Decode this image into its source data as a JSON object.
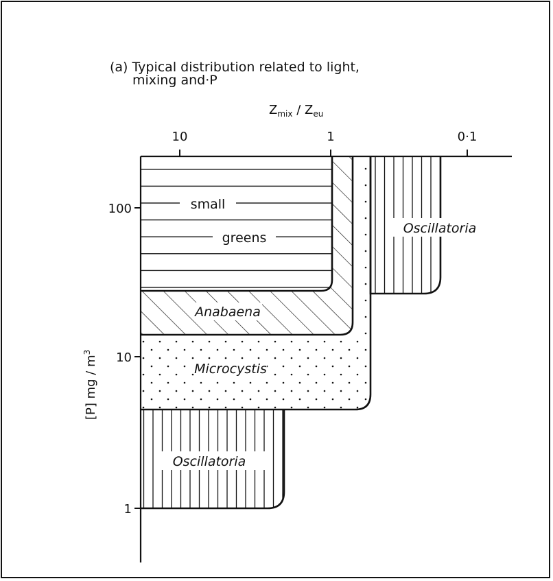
{
  "title_line1": "(a) Typical distribution related to light,",
  "title_line2": "mixing and·P",
  "top_axis": {
    "label_main": "Z",
    "label_sub1": "mix",
    "label_slash": " / Z",
    "label_sub2": "eu",
    "ticks": [
      "10",
      "1",
      "0·1"
    ]
  },
  "left_axis": {
    "label": "[P]  mg / m",
    "label_sup": "3",
    "ticks": [
      "100",
      "10",
      "1"
    ]
  },
  "regions": {
    "small_greens_line1": "small",
    "small_greens_line2": "greens",
    "anabaena": "Anabaena",
    "microcystis": "Microcystis",
    "oscillatoria_top": "Oscillatoria",
    "oscillatoria_bottom": "Oscillatoria"
  }
}
